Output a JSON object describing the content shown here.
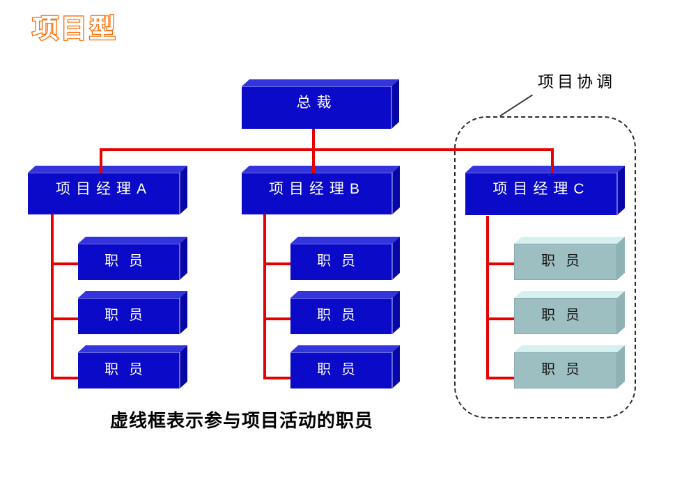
{
  "slide": {
    "title": "项目型",
    "caption": "虚线框表示参与项目活动的职员",
    "annotation_label": "项目协调"
  },
  "org_chart": {
    "root": {
      "label": "总裁"
    },
    "managers": [
      {
        "label": "项目经理A",
        "style": "blue",
        "in_dashed_group": false,
        "staff": [
          "职员",
          "职员",
          "职员"
        ]
      },
      {
        "label": "项目经理B",
        "style": "blue",
        "in_dashed_group": false,
        "staff": [
          "职员",
          "职员",
          "职员"
        ]
      },
      {
        "label": "项目经理C",
        "style": "blue",
        "in_dashed_group": true,
        "staff_style": "cyan",
        "staff": [
          "职员",
          "职员",
          "职员"
        ]
      }
    ]
  },
  "colors": {
    "box_blue_front": "#0a0ac8",
    "box_blue_top": "#3434dd",
    "box_blue_side": "#0707a8",
    "box_cyan_front": "#9dbfc2",
    "box_cyan_top": "#d6f0f0",
    "box_cyan_side": "#8fb2b5",
    "connector_red": "#e80000",
    "dashed_border": "#2b2b2b",
    "title_outline_orange": "#ff6a00",
    "box_text_light": "#ffffff",
    "box_text_dark": "#161616"
  }
}
